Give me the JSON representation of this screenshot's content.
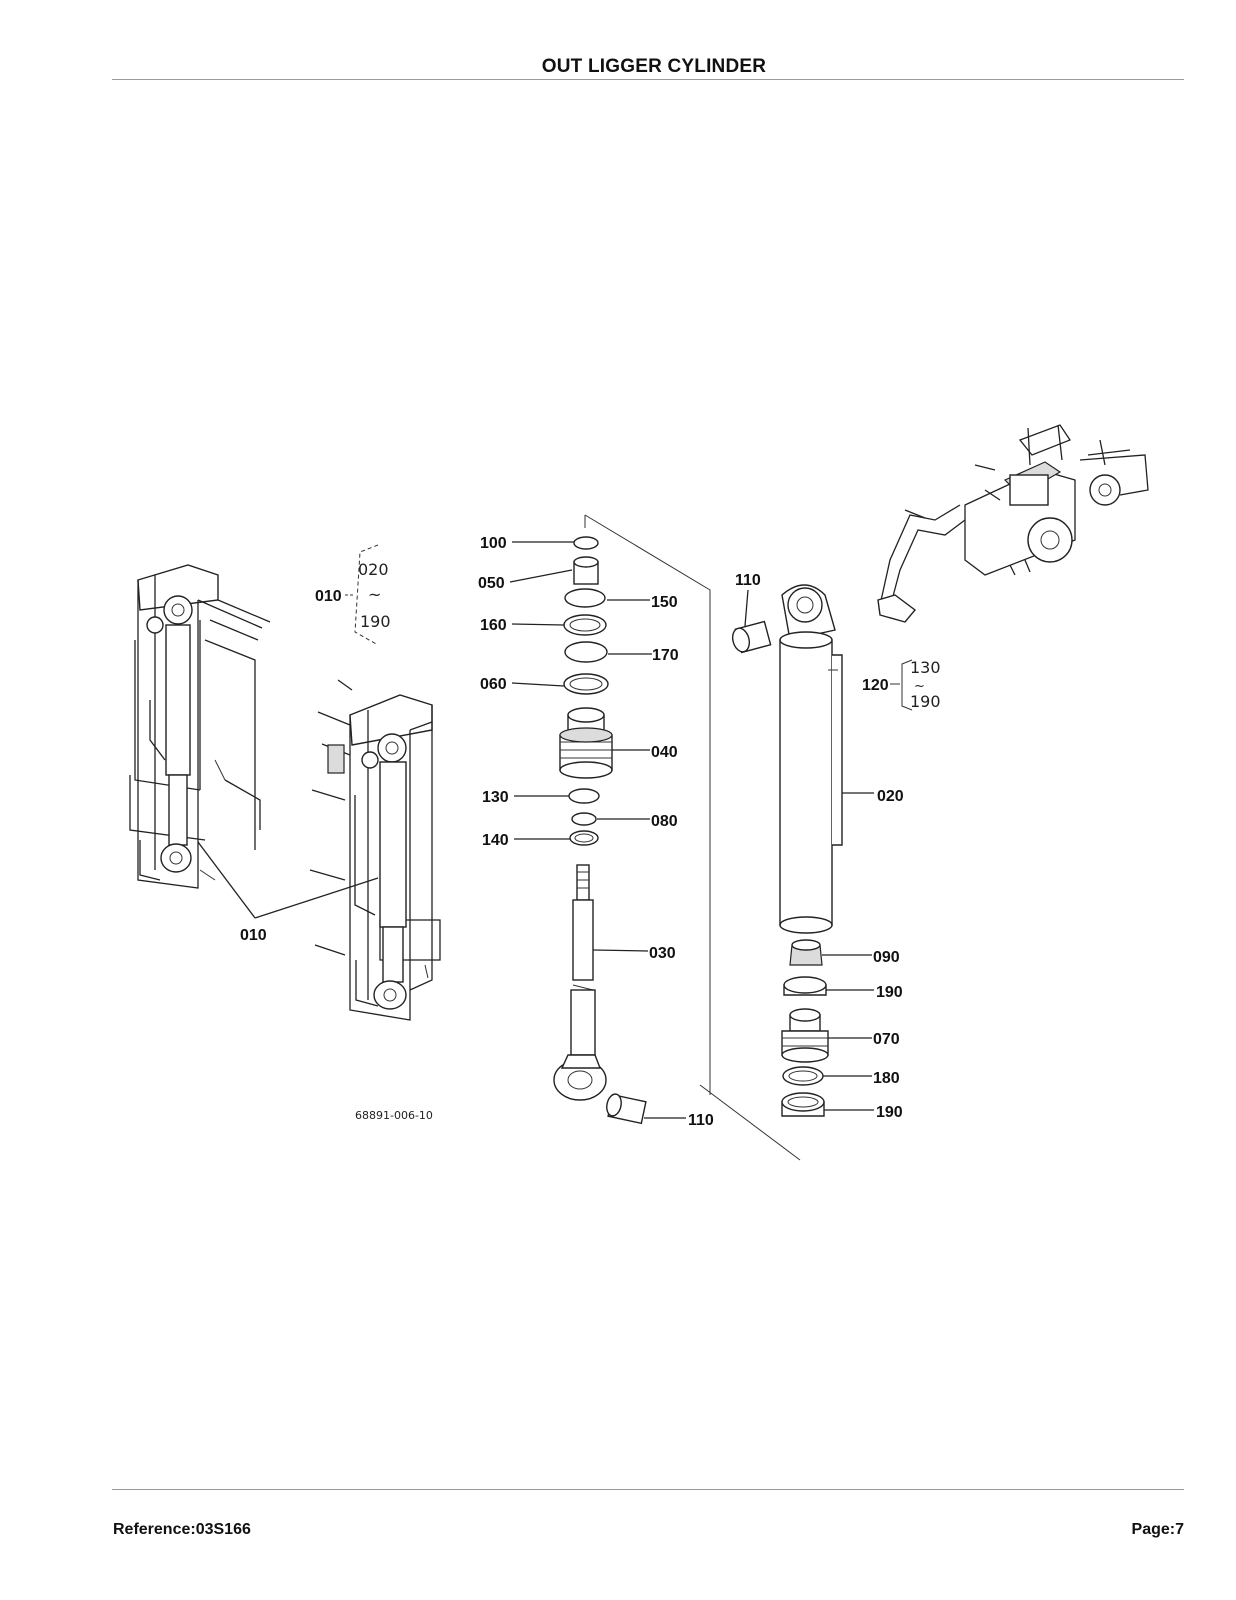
{
  "title": "OUT LIGGER CYLINDER",
  "footer": {
    "reference": "Reference:03S166",
    "page": "Page:7"
  },
  "diagram": {
    "drawing_number": "68891-006-10",
    "callouts": [
      {
        "id": "100",
        "label": "100"
      },
      {
        "id": "050",
        "label": "050"
      },
      {
        "id": "150",
        "label": "150"
      },
      {
        "id": "160",
        "label": "160"
      },
      {
        "id": "170",
        "label": "170"
      },
      {
        "id": "060",
        "label": "060"
      },
      {
        "id": "040",
        "label": "040"
      },
      {
        "id": "130",
        "label": "130"
      },
      {
        "id": "080",
        "label": "080"
      },
      {
        "id": "140",
        "label": "140"
      },
      {
        "id": "030",
        "label": "030"
      },
      {
        "id": "110a",
        "label": "110"
      },
      {
        "id": "110b",
        "label": "110"
      },
      {
        "id": "020",
        "label": "020"
      },
      {
        "id": "090",
        "label": "090"
      },
      {
        "id": "190a",
        "label": "190"
      },
      {
        "id": "070",
        "label": "070"
      },
      {
        "id": "180",
        "label": "180"
      },
      {
        "id": "190b",
        "label": "190"
      },
      {
        "id": "010",
        "label": "010"
      }
    ],
    "groups": [
      {
        "label": "010",
        "from": "020",
        "to": "190"
      },
      {
        "label": "120",
        "from": "130",
        "to": "190"
      }
    ],
    "range_mark": "~"
  }
}
